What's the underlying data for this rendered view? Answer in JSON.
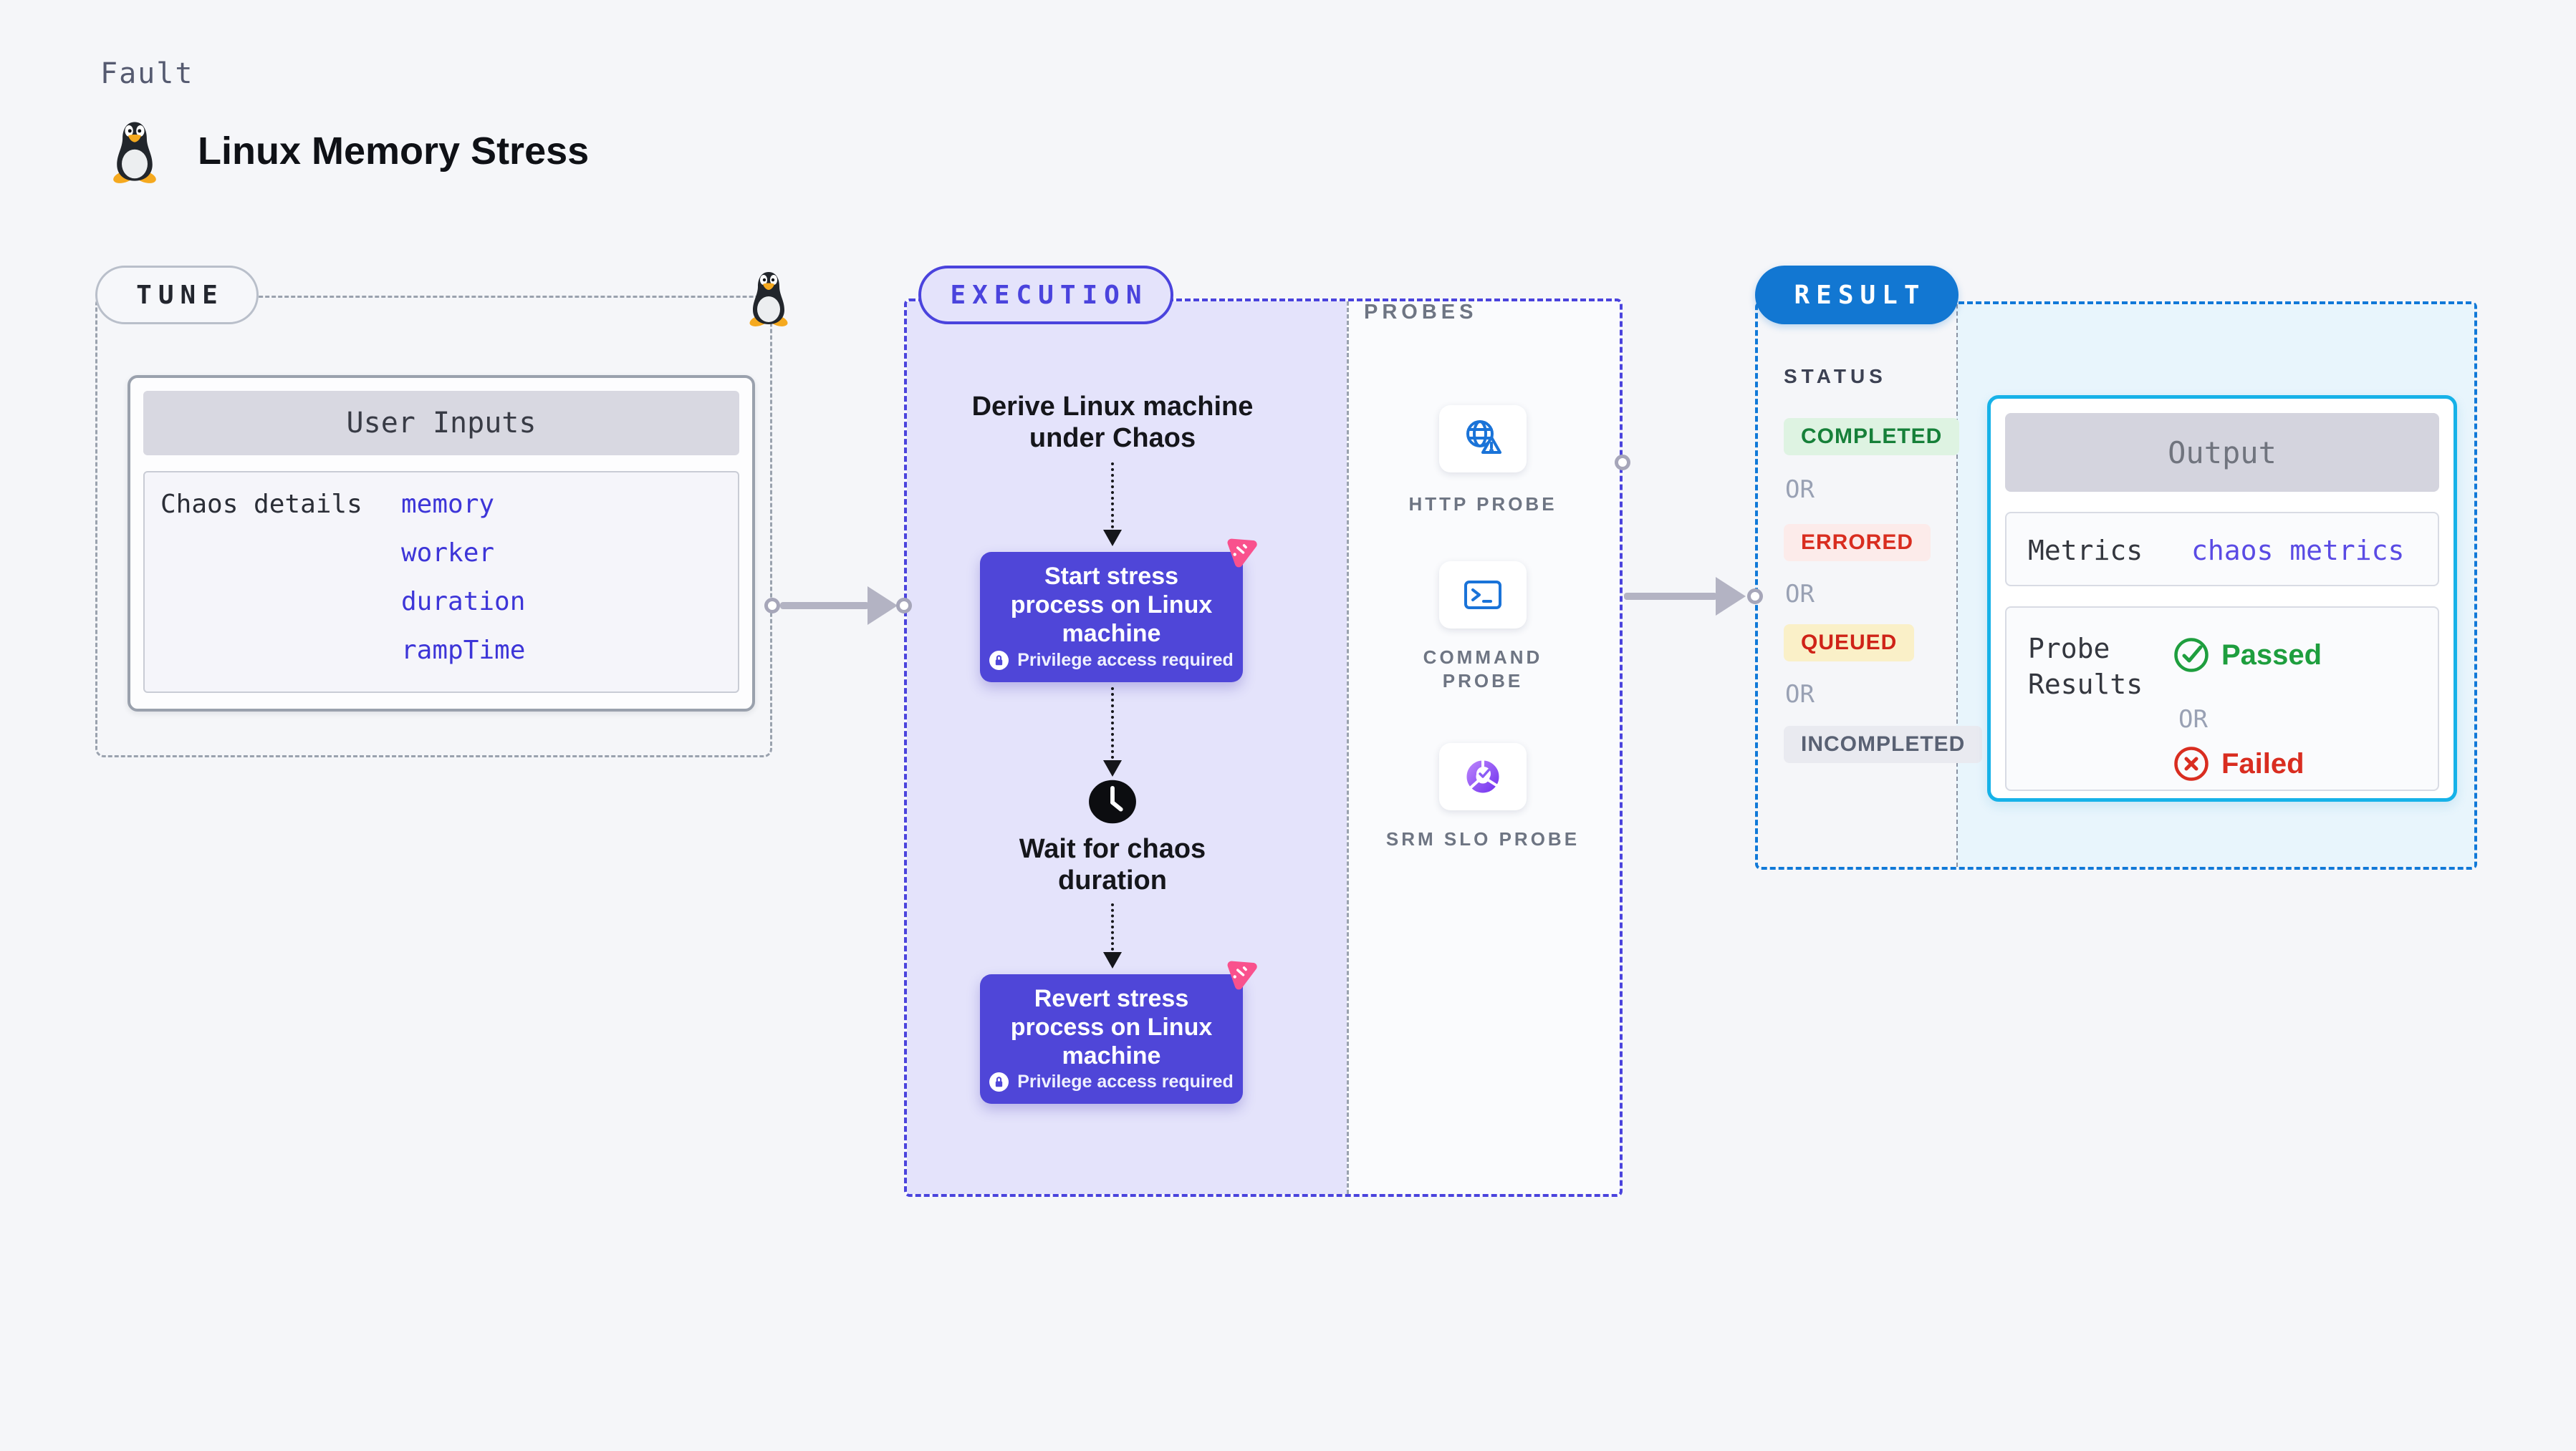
{
  "header": {
    "eyebrow": "Fault",
    "title": "Linux Memory Stress",
    "icon": "tux-linux-icon"
  },
  "tune": {
    "label": "TUNE",
    "user_inputs": {
      "title": "User Inputs",
      "row_label": "Chaos details",
      "values": [
        "memory",
        "worker",
        "duration",
        "rampTime"
      ]
    }
  },
  "execution": {
    "label": "EXECUTION",
    "derive_step": "Derive Linux machine under Chaos",
    "start_step": {
      "title": "Start stress process on Linux machine",
      "badge": "Privilege access required"
    },
    "wait_step": "Wait for chaos duration",
    "revert_step": {
      "title": "Revert stress process on Linux machine",
      "badge": "Privilege access required"
    },
    "probes": {
      "title": "PROBES",
      "items": [
        {
          "label": "HTTP PROBE",
          "icon": "globe-alert-icon"
        },
        {
          "label": "COMMAND PROBE",
          "icon": "terminal-icon"
        },
        {
          "label": "SRM SLO PROBE",
          "icon": "slo-donut-icon"
        }
      ]
    }
  },
  "result": {
    "label": "RESULT",
    "status_title": "STATUS",
    "or_label": "OR",
    "statuses": [
      {
        "label": "COMPLETED",
        "kind": "completed",
        "color": "#168039",
        "bg": "#def3e2"
      },
      {
        "label": "ERRORED",
        "kind": "errored",
        "color": "#d92d20",
        "bg": "#fcebea"
      },
      {
        "label": "QUEUED",
        "kind": "queued",
        "color": "#cf2318",
        "bg": "#faf0c8"
      },
      {
        "label": "INCOMPLETED",
        "kind": "incompleted",
        "color": "#596173",
        "bg": "#e9eaf0"
      }
    ],
    "output": {
      "title": "Output",
      "metrics_label": "Metrics",
      "metrics_value": "chaos metrics",
      "probe_results_label": "Probe Results",
      "passed": "Passed",
      "failed": "Failed"
    }
  },
  "colors": {
    "page_bg": "#f5f6f9",
    "accent_indigo": "#4a43dd",
    "node_indigo": "#4f46d8",
    "flow_bg": "#e4e3fb",
    "result_blue": "#1277d2",
    "result_dash": "#1079d8",
    "output_border_cyan": "#16b2e8",
    "output_bg": "#e8f5fc",
    "success_green": "#1e9e3e",
    "error_red": "#d92d20",
    "value_blue": "#3d35d8",
    "metrics_violet": "#5a4be4",
    "chaos_pink": "#f9518d",
    "probe_icon_blue": "#1a73d8",
    "arrow_gray": "#b3b3c3",
    "dash_gray": "#9aa2ae"
  }
}
